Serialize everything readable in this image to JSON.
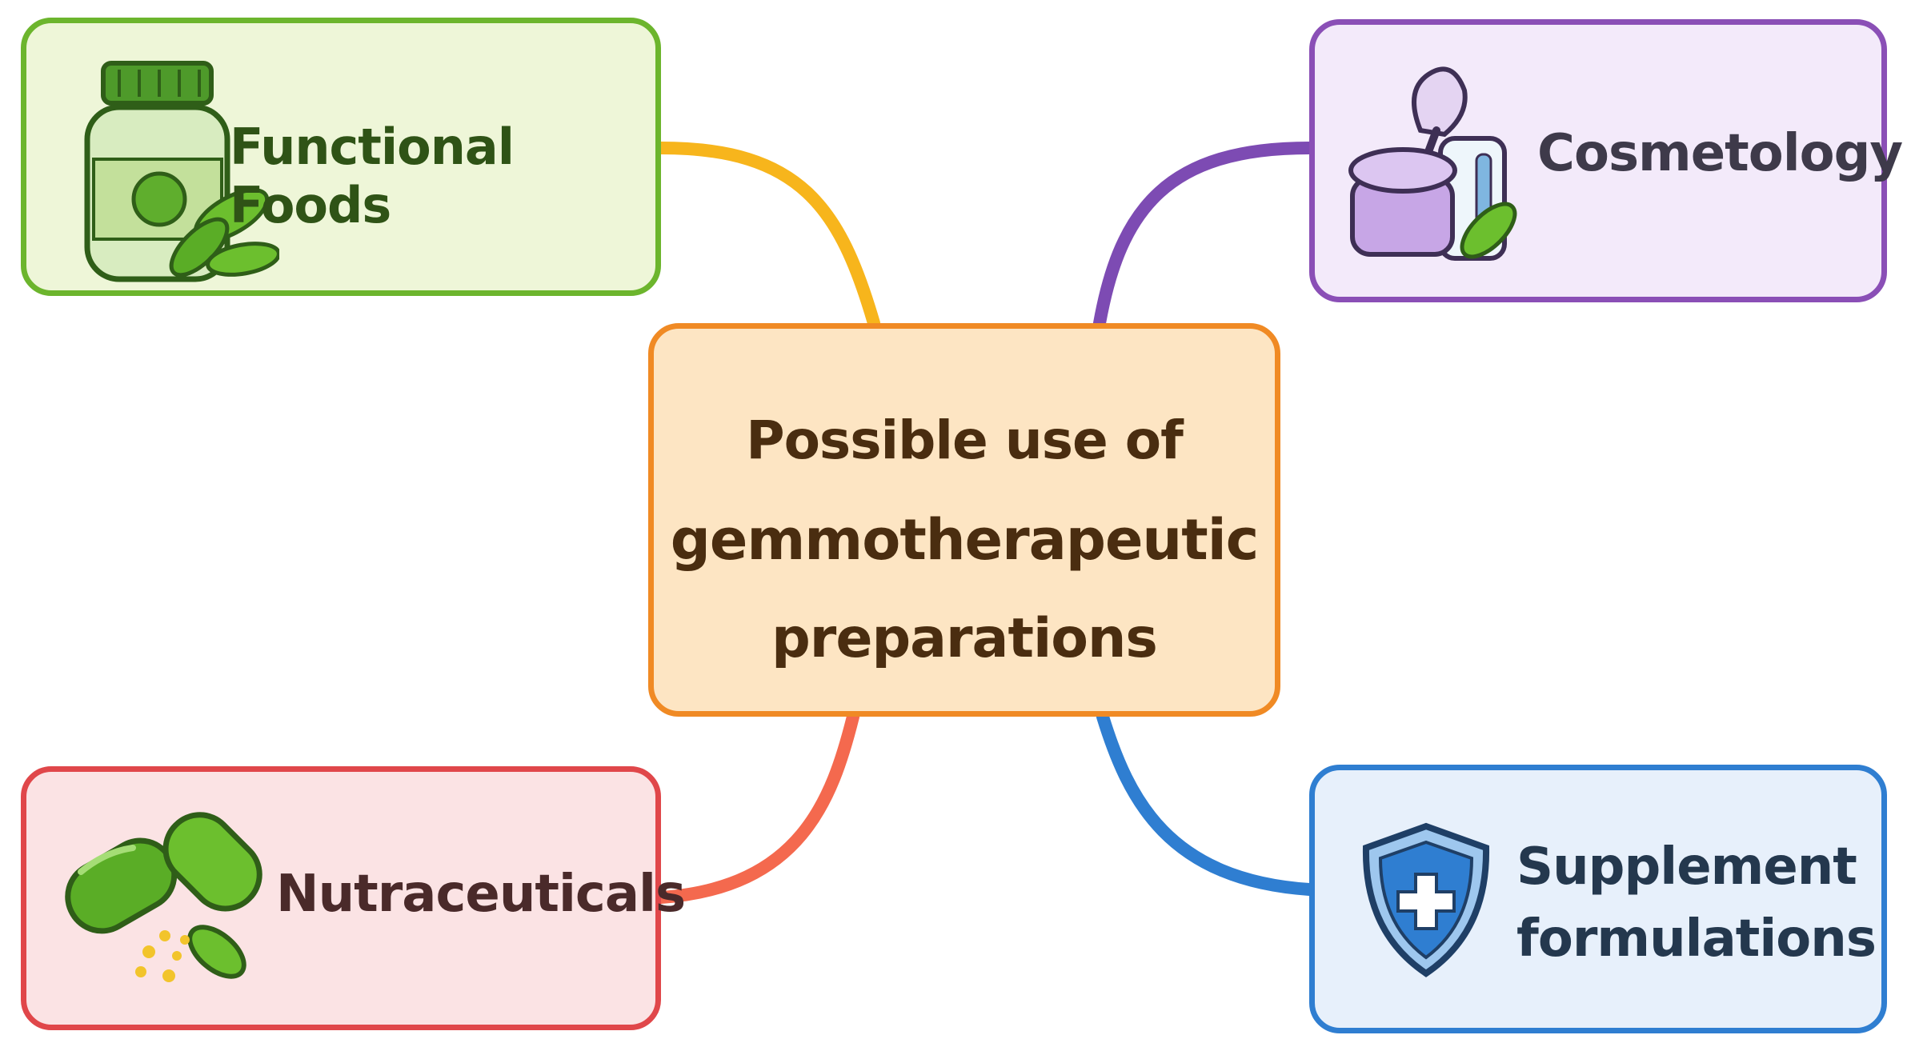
{
  "diagram": {
    "center": {
      "line1": "Possible use of",
      "line2": "gemmotherapeutic",
      "line3": "preparations"
    },
    "branches": [
      {
        "id": "functional-foods",
        "label": "Functional Foods",
        "icon": "supplement-bottle-icon",
        "color": "#6cb52d",
        "link_color": "#f7b51c"
      },
      {
        "id": "cosmetology",
        "label": "Cosmetology",
        "icon": "cosmetic-jar-icon",
        "color": "#8a4fb6",
        "link_color": "#7d4bb3"
      },
      {
        "id": "nutraceuticals",
        "label": "Nutraceuticals",
        "icon": "capsule-icon",
        "color": "#e0474a",
        "link_color": "#f4694e"
      },
      {
        "id": "supplement-formulations",
        "label_line1": "Supplement",
        "label_line2": "formulations",
        "icon": "shield-cross-icon",
        "color": "#2f7ed1",
        "link_color": "#2f7ed1"
      }
    ]
  }
}
